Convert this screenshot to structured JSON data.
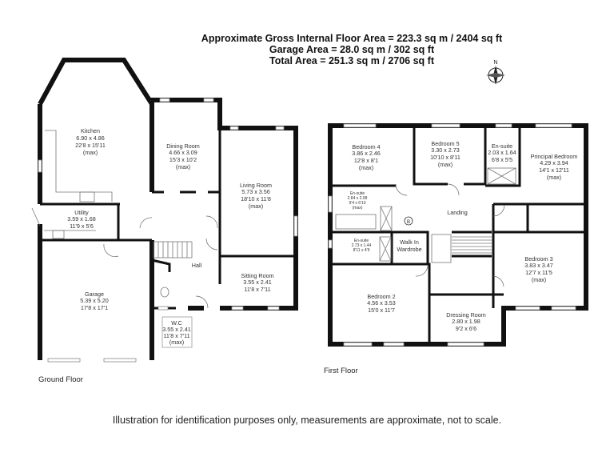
{
  "header": {
    "line1": "Approximate Gross Internal Floor Area  = 223.3 sq m  / 2404 sq ft",
    "line2": "Garage Area = 28.0 sq m  / 302 sq ft",
    "line3": "Total Area = 251.3 sq m  / 2706 sq ft"
  },
  "compass": {
    "label": "N"
  },
  "ground_floor": {
    "label": "Ground Floor",
    "rooms": [
      {
        "name": "Kitchen",
        "metric": "6.90 x 4.86",
        "imperial": "22'8 x 15'11",
        "note": "(max)"
      },
      {
        "name": "Dining Room",
        "metric": "4.66 x 3.09",
        "imperial": "15'3 x 10'2",
        "note": "(max)"
      },
      {
        "name": "Living Room",
        "metric": "5.73 x 3.56",
        "imperial": "18'10 x 11'8",
        "note": "(max)"
      },
      {
        "name": "Utility",
        "metric": "3.59 x 1.68",
        "imperial": "11'9 x 5'6"
      },
      {
        "name": "Hall"
      },
      {
        "name": "Sitting Room",
        "metric": "3.55 x 2.41",
        "imperial": "11'8 x 7'11"
      },
      {
        "name": "Garage",
        "metric": "5.39 x 5.20",
        "imperial": "17'8 x 17'1"
      },
      {
        "name": "W.C",
        "metric": "3.55 x 2.41",
        "imperial": "11'8 x 7'11",
        "note": "(max)"
      }
    ]
  },
  "first_floor": {
    "label": "First Floor",
    "rooms": [
      {
        "name": "Bedroom 4",
        "metric": "3.86 x 2.46",
        "imperial": "12'8 x 8'1",
        "note": "(max)"
      },
      {
        "name": "Bedroom 5",
        "metric": "3.30 x 2.73",
        "imperial": "10'10 x 8'11",
        "note": "(max)"
      },
      {
        "name": "En-suite",
        "metric": "2.03 x 1.64",
        "imperial": "6'8 x 5'5"
      },
      {
        "name": "Principal Bedroom",
        "metric": "4.29 x 3.94",
        "imperial": "14'1 x 12'11",
        "note": "(max)"
      },
      {
        "name": "En-suite",
        "metric": "2.84 x 2.08",
        "imperial": "9'4 x 6'10",
        "note": "(max)"
      },
      {
        "name": "Landing"
      },
      {
        "name": "En-suite",
        "metric": "2.73 x 1.44",
        "imperial": "8'11 x 4'9"
      },
      {
        "name": "Walk In",
        "name2": "Wardrobe"
      },
      {
        "name": "Bedroom 3",
        "metric": "3.83 x 3.47",
        "imperial": "12'7 x 11'5",
        "note": "(max)"
      },
      {
        "name": "Bedroom 2",
        "metric": "4.56 x 3.53",
        "imperial": "15'0 x 11'7"
      },
      {
        "name": "Dressing Room",
        "metric": "2.80 x 1.98",
        "imperial": "9'2 x 6'6"
      },
      {
        "name": "B"
      }
    ]
  },
  "disclaimer": "Illustration for identification purposes only, measurements are approximate, not to scale."
}
